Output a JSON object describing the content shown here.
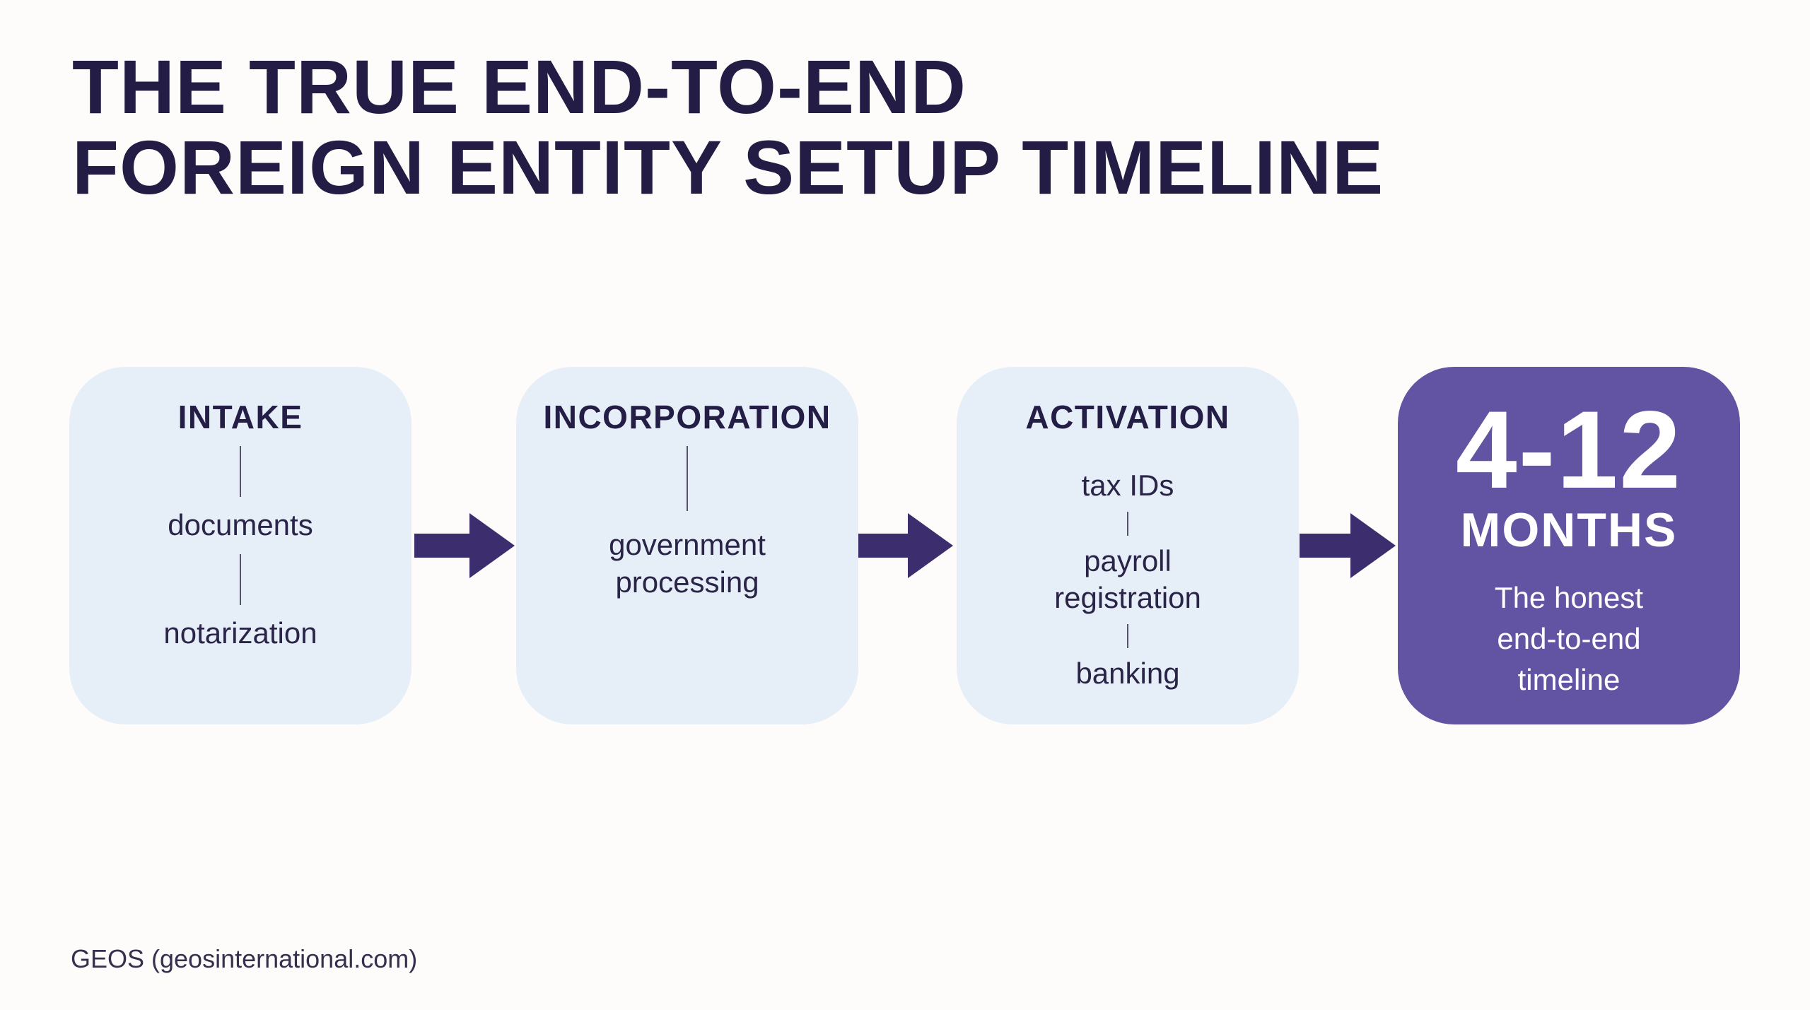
{
  "title": {
    "line1": "THE TRUE END-TO-END",
    "line2": "FOREIGN ENTITY SETUP TIMELINE"
  },
  "steps": [
    {
      "label": "INTAKE",
      "items": [
        "documents",
        "notarization"
      ]
    },
    {
      "label": "INCORPORATION",
      "items": [
        "government processing"
      ]
    },
    {
      "label": "ACTIVATION",
      "items": [
        "tax IDs",
        "payroll registration",
        "banking"
      ]
    }
  ],
  "result": {
    "range": "4-12",
    "unit": "MONTHS",
    "caption": "The honest end-to-end timeline"
  },
  "footer": {
    "attribution": "GEOS (geosinternational.com)"
  },
  "colors": {
    "background": "#fdfcfa",
    "step_box_blue": "#e6eef8",
    "result_purple": "#6354a3",
    "arrow_purple": "#3b2d6e",
    "title_dark": "#231c44",
    "body_text": "#2a2448",
    "result_text": "#ffffff"
  }
}
